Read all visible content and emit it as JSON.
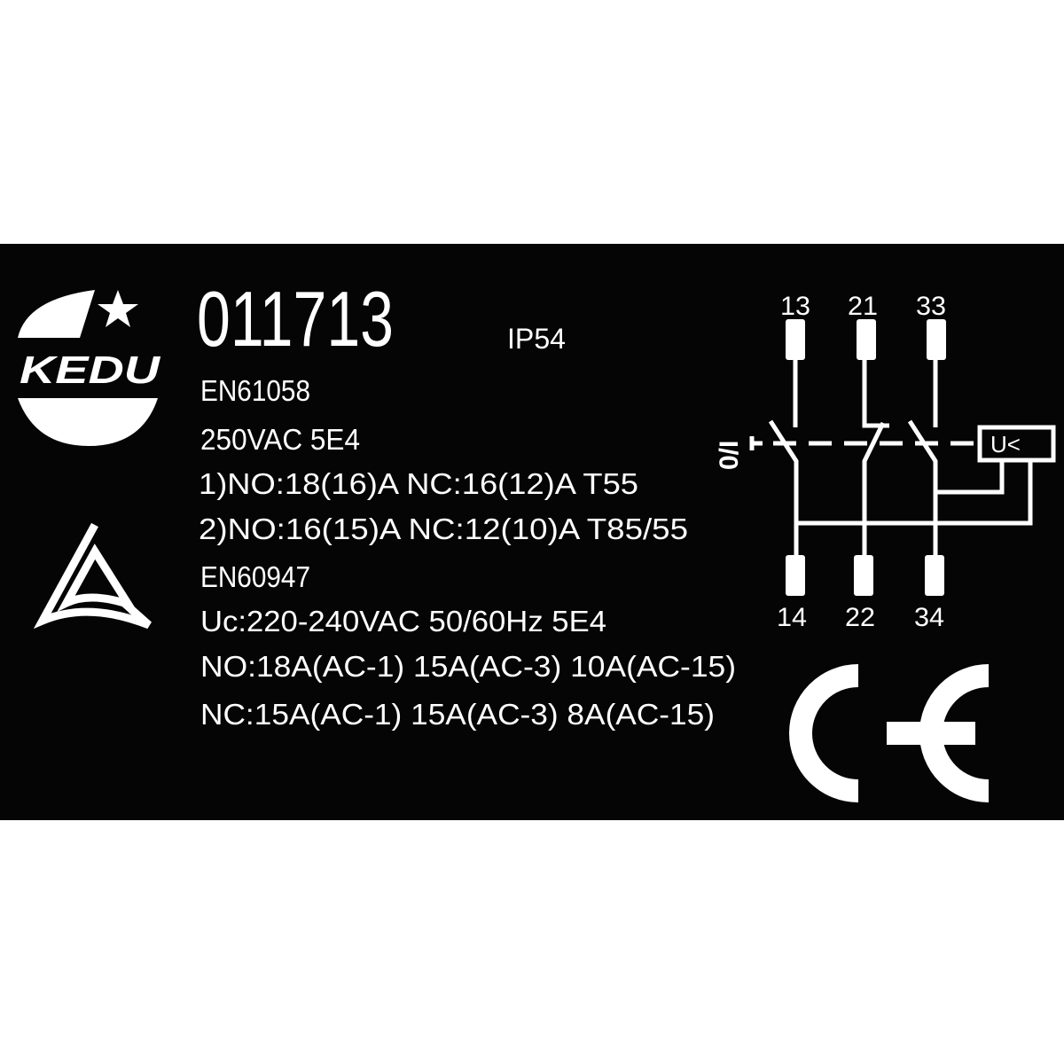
{
  "label": {
    "background_color": "#050505",
    "foreground_color": "#ffffff",
    "brand": "KEDU",
    "part_number": "011713",
    "ip_rating": "IP54",
    "lines": [
      "EN61058",
      "250VAC 5E4",
      "1)NO:18(16)A NC:16(12)A T55",
      "2)NO:16(15)A NC:12(10)A T85/55",
      "EN60947",
      "Uc:220-240VAC 50/60Hz 5E4",
      "NO:18A(AC-1) 15A(AC-3) 10A(AC-15)",
      "NC:15A(AC-1) 15A(AC-3) 8A(AC-15)"
    ],
    "diagram": {
      "terminals_top": [
        "13",
        "21",
        "33"
      ],
      "terminals_bottom": [
        "14",
        "22",
        "34"
      ],
      "actuator_label": "0/I",
      "coil_label": "U<"
    },
    "ce_mark": "CE"
  }
}
